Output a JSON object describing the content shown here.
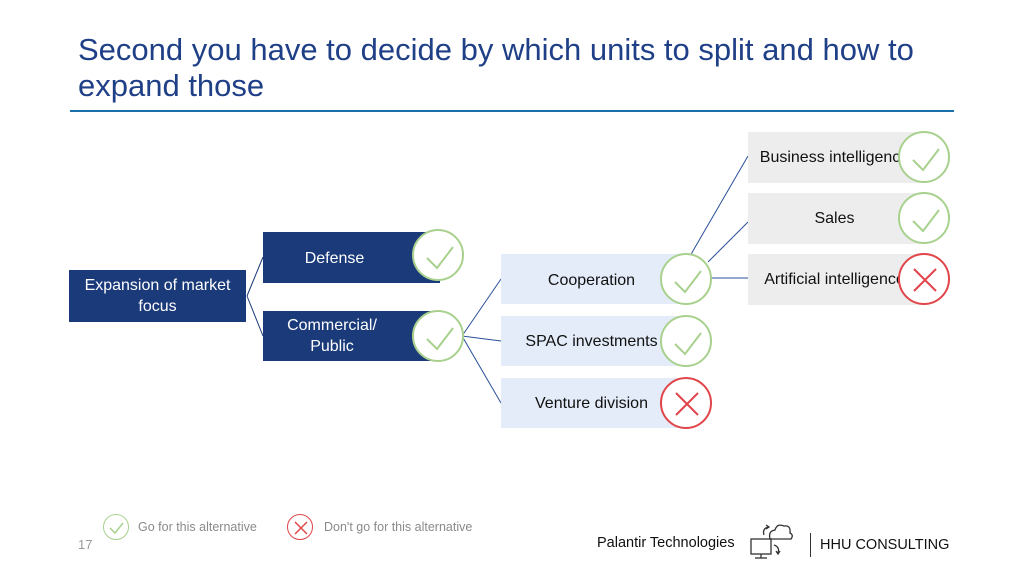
{
  "title": "Second you have to decide by which units to split and how to expand those",
  "root": {
    "label": "Expansion of market focus"
  },
  "level1": [
    {
      "label": "Defense",
      "decision": "go"
    },
    {
      "label": "Commercial/ Public",
      "decision": "go"
    }
  ],
  "level2": [
    {
      "label": "Cooperation",
      "decision": "go"
    },
    {
      "label": "SPAC investments",
      "decision": "go"
    },
    {
      "label": "Venture division",
      "decision": "no-go"
    }
  ],
  "level3": [
    {
      "label": "Business intelligence",
      "decision": "go"
    },
    {
      "label": "Sales",
      "decision": "go"
    },
    {
      "label": "Artificial intelligence",
      "decision": "no-go"
    }
  ],
  "legend": {
    "go_label": "Go for this alternative",
    "nogo_label": "Don't go for this alternative"
  },
  "footer": {
    "page_number": "17",
    "company": "Palantir Technologies",
    "brand": "HHU CONSULTING"
  },
  "colors": {
    "title": "#1f3f87",
    "dark_box": "#1b3a7a",
    "light_box": "#e3ecf8",
    "grey_box": "#ededed",
    "check": "#a9d18e",
    "cross": "#e0454a"
  },
  "icons": {
    "go": "check-icon",
    "no_go": "cross-icon",
    "footer": "cloud-computer-icon"
  }
}
